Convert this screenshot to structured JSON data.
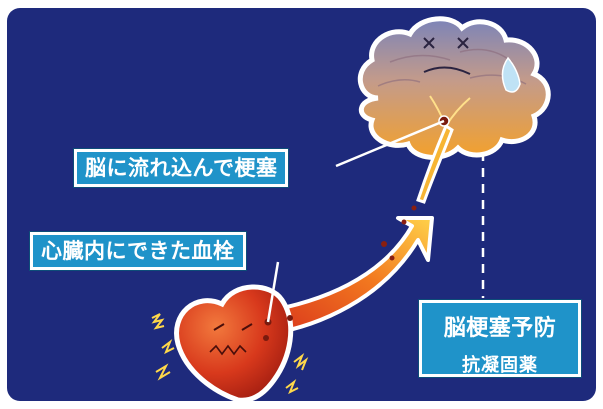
{
  "labels": {
    "embolism": "脳に流れ込んで梗塞",
    "thrombus": "心臓内にできた血栓"
  },
  "drug_box": {
    "title": "脳梗塞予防",
    "subtitle": "抗凝固薬"
  },
  "icons": [
    "brain-icon",
    "heart-icon",
    "blood-flow-arrow",
    "clot-dot"
  ],
  "colors": {
    "background": "#1e2a7c",
    "label_fill": "#1f93c9",
    "arrow_orange": "#f5a623",
    "heart_red": "#d83a1d"
  }
}
